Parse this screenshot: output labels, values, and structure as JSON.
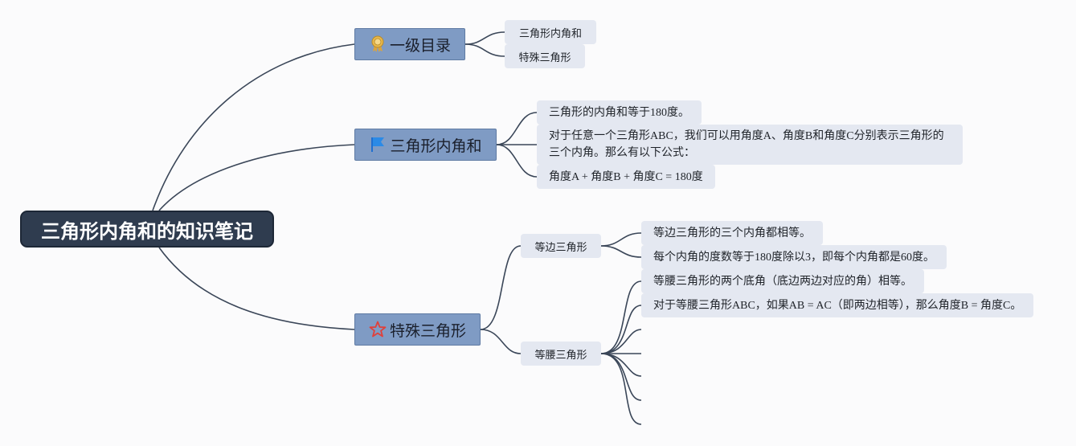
{
  "title": "三角形内角和的知识笔记",
  "colors": {
    "root_bg": "#2f3c4f",
    "main_bg": "#7f9bc4",
    "leaf_bg": "#e4e8f1",
    "link": "#3a4658"
  },
  "branches": [
    {
      "label": "一级目录",
      "icon": "award-ribbon-icon",
      "children": [
        "三角形内角和",
        "特殊三角形"
      ]
    },
    {
      "label": "三角形内角和",
      "icon": "blue-flag-icon",
      "children": [
        "三角形的内角和等于180度。",
        "对于任意一个三角形ABC，我们可以用角度A、角度B和角度C分别表示三角形的三个内角。那么有以下公式：",
        "角度A + 角度B + 角度C = 180度"
      ]
    },
    {
      "label": "特殊三角形",
      "icon": "red-star-icon",
      "groups": [
        {
          "label": "等边三角形",
          "children": [
            "等边三角形的三个内角都相等。",
            "每个内角的度数等于180度除以3，即每个内角都是60度。"
          ]
        },
        {
          "label": "等腰三角形",
          "children": [
            "等腰三角形的两个底角（底边两边对应的角）相等。",
            "对于等腰三角形ABC，如果AB = AC（即两边相等），那么角度B = 角度C。"
          ]
        }
      ]
    }
  ]
}
